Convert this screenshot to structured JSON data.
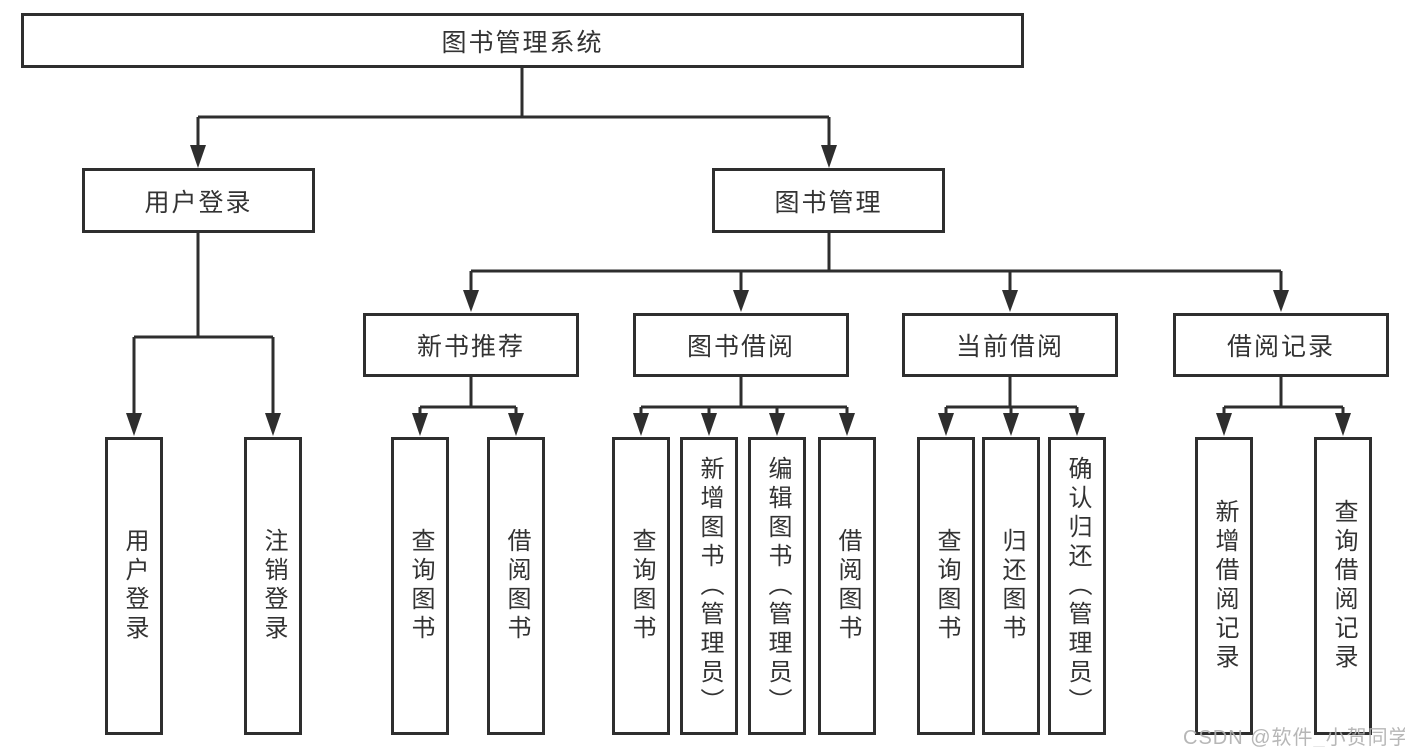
{
  "colors": {
    "line": "#2e2e2e",
    "box_border": "#2e2e2e",
    "box_background": "#ffffff",
    "text": "#333333",
    "watermark": "#afafaf"
  },
  "tree": {
    "root": {
      "label": "图书管理系统"
    },
    "branches": [
      {
        "label": "用户登录",
        "children": [
          {
            "label": "用户登录"
          },
          {
            "label": "注销登录"
          }
        ]
      },
      {
        "label": "图书管理",
        "groups": [
          {
            "label": "新书推荐",
            "children": [
              {
                "label": "查询图书"
              },
              {
                "label": "借阅图书"
              }
            ]
          },
          {
            "label": "图书借阅",
            "children": [
              {
                "label": "查询图书"
              },
              {
                "label": "新增图书（管理员）"
              },
              {
                "label": "编辑图书（管理员）"
              },
              {
                "label": "借阅图书"
              }
            ]
          },
          {
            "label": "当前借阅",
            "children": [
              {
                "label": "查询图书"
              },
              {
                "label": "归还图书"
              },
              {
                "label": "确认归还（管理员）"
              }
            ]
          },
          {
            "label": "借阅记录",
            "children": [
              {
                "label": "新增借阅记录"
              },
              {
                "label": "查询借阅记录"
              }
            ]
          }
        ]
      }
    ]
  },
  "watermark": {
    "text": "CSDN @软件_小贺同学"
  }
}
